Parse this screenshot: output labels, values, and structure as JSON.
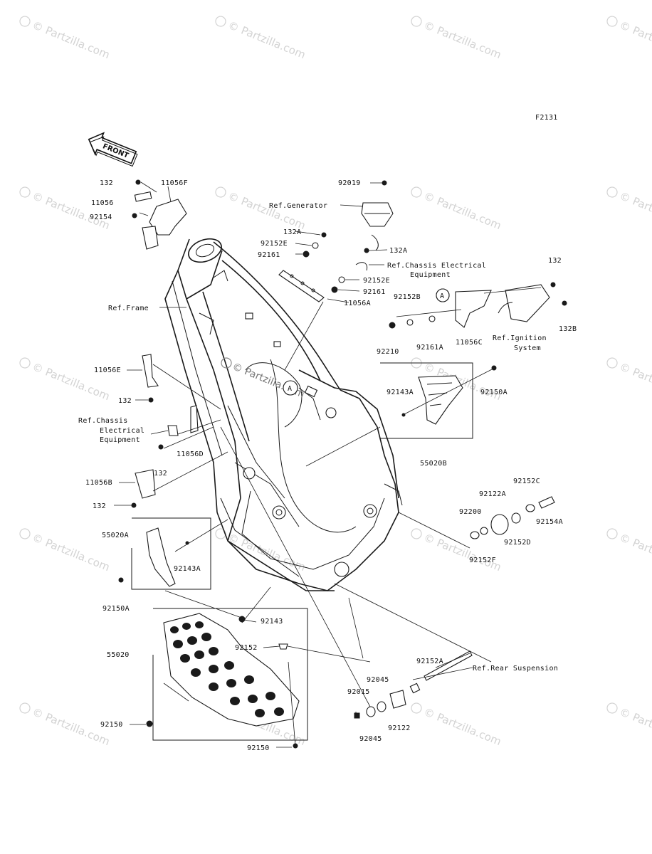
{
  "watermark": "© Partzilla.com",
  "diagram_code": "F2131",
  "front_arrow_label": "FRONT",
  "center_watermark": "© Partzilla.com",
  "callout_a": "A",
  "labels": {
    "l_132_top": "132",
    "l_11056F": "11056F",
    "l_11056": "11056",
    "l_92154": "92154",
    "l_92019": "92019",
    "l_ref_generator": "Ref.Generator",
    "l_132A_1": "132A",
    "l_92152E_1": "92152E",
    "l_92161_1": "92161",
    "l_132A_2": "132A",
    "l_ref_chassis_1a": "Ref.Chassis Electrical",
    "l_ref_chassis_1b": "Equipment",
    "l_92152E_2": "92152E",
    "l_92161_2": "92161",
    "l_11056A": "11056A",
    "l_ref_frame": "Ref.Frame",
    "l_132_right": "132",
    "l_92152B": "92152B",
    "l_132B": "132B",
    "l_92210": "92210",
    "l_92161A": "92161A",
    "l_11056C": "11056C",
    "l_ref_ignition_a": "Ref.Ignition",
    "l_ref_ignition_b": "System",
    "l_11056E": "11056E",
    "l_132_mid": "132",
    "l_ref_chassis_2a": "Ref.Chassis",
    "l_ref_chassis_2b": "Electrical",
    "l_ref_chassis_2c": "Equipment",
    "l_11056D": "11056D",
    "l_132_low": "132",
    "l_92143A_1": "92143A",
    "l_92150A_1": "92150A",
    "l_55020B": "55020B",
    "l_11056B": "11056B",
    "l_132_bot": "132",
    "l_92152C": "92152C",
    "l_92122A": "92122A",
    "l_92200": "92200",
    "l_92154A": "92154A",
    "l_92152D": "92152D",
    "l_92152F": "92152F",
    "l_55020A": "55020A",
    "l_92143A_2": "92143A",
    "l_92150A_2": "92150A",
    "l_92143": "92143",
    "l_55020": "55020",
    "l_92152": "92152",
    "l_92152A": "92152A",
    "l_ref_rear_susp": "Ref.Rear Suspension",
    "l_92045_1": "92045",
    "l_92015": "92015",
    "l_92122": "92122",
    "l_92045_2": "92045",
    "l_92150_1": "92150",
    "l_92150_2": "92150"
  }
}
